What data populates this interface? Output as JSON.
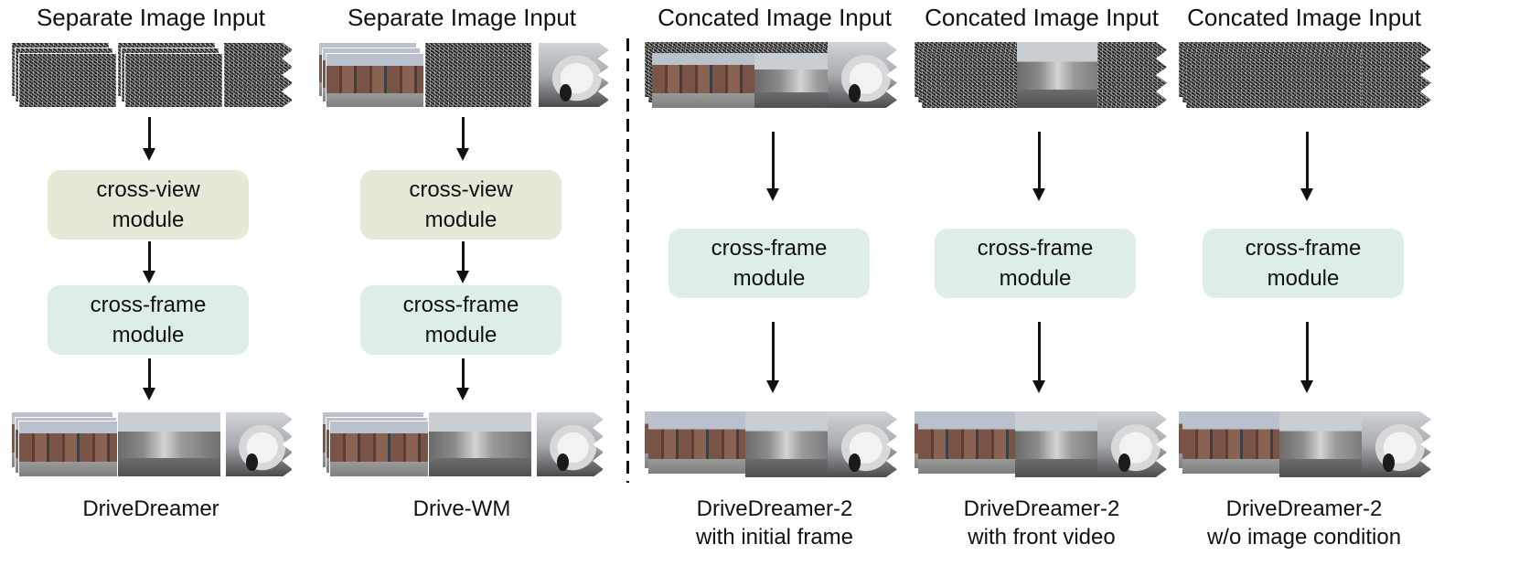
{
  "columns": [
    {
      "id": "drivedreamer",
      "heading": "Separate Image Input",
      "input": "separate-noise",
      "modules": [
        {
          "kind": "view",
          "label": "cross-view\nmodule"
        },
        {
          "kind": "frame",
          "label": "cross-frame\nmodule"
        }
      ],
      "caption": [
        "DriveDreamer"
      ]
    },
    {
      "id": "drive-wm",
      "heading": "Separate Image Input",
      "input": "separate-mixed",
      "modules": [
        {
          "kind": "view",
          "label": "cross-view\nmodule"
        },
        {
          "kind": "frame",
          "label": "cross-frame\nmodule"
        }
      ],
      "caption": [
        "Drive-WM"
      ]
    },
    {
      "id": "dd2-initial-frame",
      "heading": "Concated Image Input",
      "input": "concat-initial-frame",
      "modules": [
        {
          "kind": "frame",
          "label": "cross-frame\nmodule"
        }
      ],
      "caption": [
        "DriveDreamer-2",
        "with initial frame"
      ]
    },
    {
      "id": "dd2-front-video",
      "heading": "Concated Image Input",
      "input": "concat-front-video",
      "modules": [
        {
          "kind": "frame",
          "label": "cross-frame\nmodule"
        }
      ],
      "caption": [
        "DriveDreamer-2",
        "with front video"
      ]
    },
    {
      "id": "dd2-no-image",
      "heading": "Concated Image Input",
      "input": "concat-noise",
      "modules": [
        {
          "kind": "frame",
          "label": "cross-frame\nmodule"
        }
      ],
      "caption": [
        "DriveDreamer-2",
        "w/o image condition"
      ]
    }
  ],
  "colors": {
    "cross_view_module": "#e4ead6",
    "cross_frame_module": "#ddeee6",
    "arrow": "#111111",
    "divider": "#111111"
  },
  "icons": [
    "down-arrow-icon",
    "dashed-divider"
  ]
}
